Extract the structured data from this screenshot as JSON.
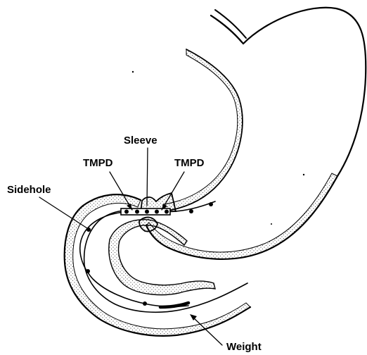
{
  "labels": {
    "sleeve": "Sleeve",
    "tmpd_left": "TMPD",
    "tmpd_right": "TMPD",
    "sidehole": "Sidehole",
    "weight": "Weight"
  },
  "colors": {
    "ink": "#000000",
    "background": "#ffffff",
    "stipple": "#000000"
  }
}
